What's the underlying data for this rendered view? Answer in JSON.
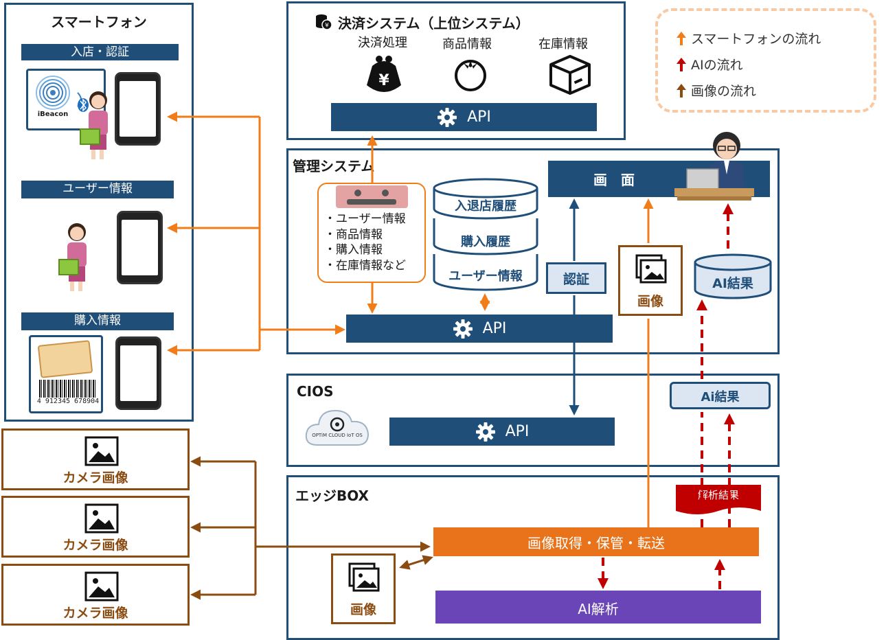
{
  "smartphone": {
    "title": "スマートフォン",
    "sections": [
      "入店・認証",
      "ユーザー情報",
      "購入情報"
    ],
    "ibeacon_label": "iBeacon",
    "barcode_number": "4 912345 678904"
  },
  "payment": {
    "title": "決済システム（上位システム）",
    "items": [
      "決済処理",
      "商品情報",
      "在庫情報"
    ],
    "api_label": "API"
  },
  "management": {
    "title": "管理システム",
    "info_list": [
      "・ユーザー情報",
      "・商品情報",
      "・購入情報",
      "・在庫情報など"
    ],
    "db_items": [
      "入退店履歴",
      "購入履歴",
      "ユーザー情報"
    ],
    "screen_label": "画　面",
    "auth_label": "認証",
    "image_label": "画像",
    "ai_result_label": "AI結果",
    "api_label": "API"
  },
  "cios": {
    "title": "CIOS",
    "logo_text": "OPTiM CLOUD IoT OS",
    "api_label": "API",
    "ai_result_label": "Ai結果"
  },
  "edge": {
    "title": "エッジBOX",
    "analysis_result_label": "解析結果",
    "acquire_label": "画像取得・保管・転送",
    "ai_analysis_label": "AI解析",
    "image_label": "画像"
  },
  "cameras": [
    "カメラ画像",
    "カメラ画像",
    "カメラ画像"
  ],
  "legend": {
    "items": [
      {
        "label": "スマートフォンの流れ",
        "color": "#f07d1a"
      },
      {
        "label": "AIの流れ",
        "color": "#c00000"
      },
      {
        "label": "画像の流れ",
        "color": "#8b4c12"
      }
    ]
  }
}
